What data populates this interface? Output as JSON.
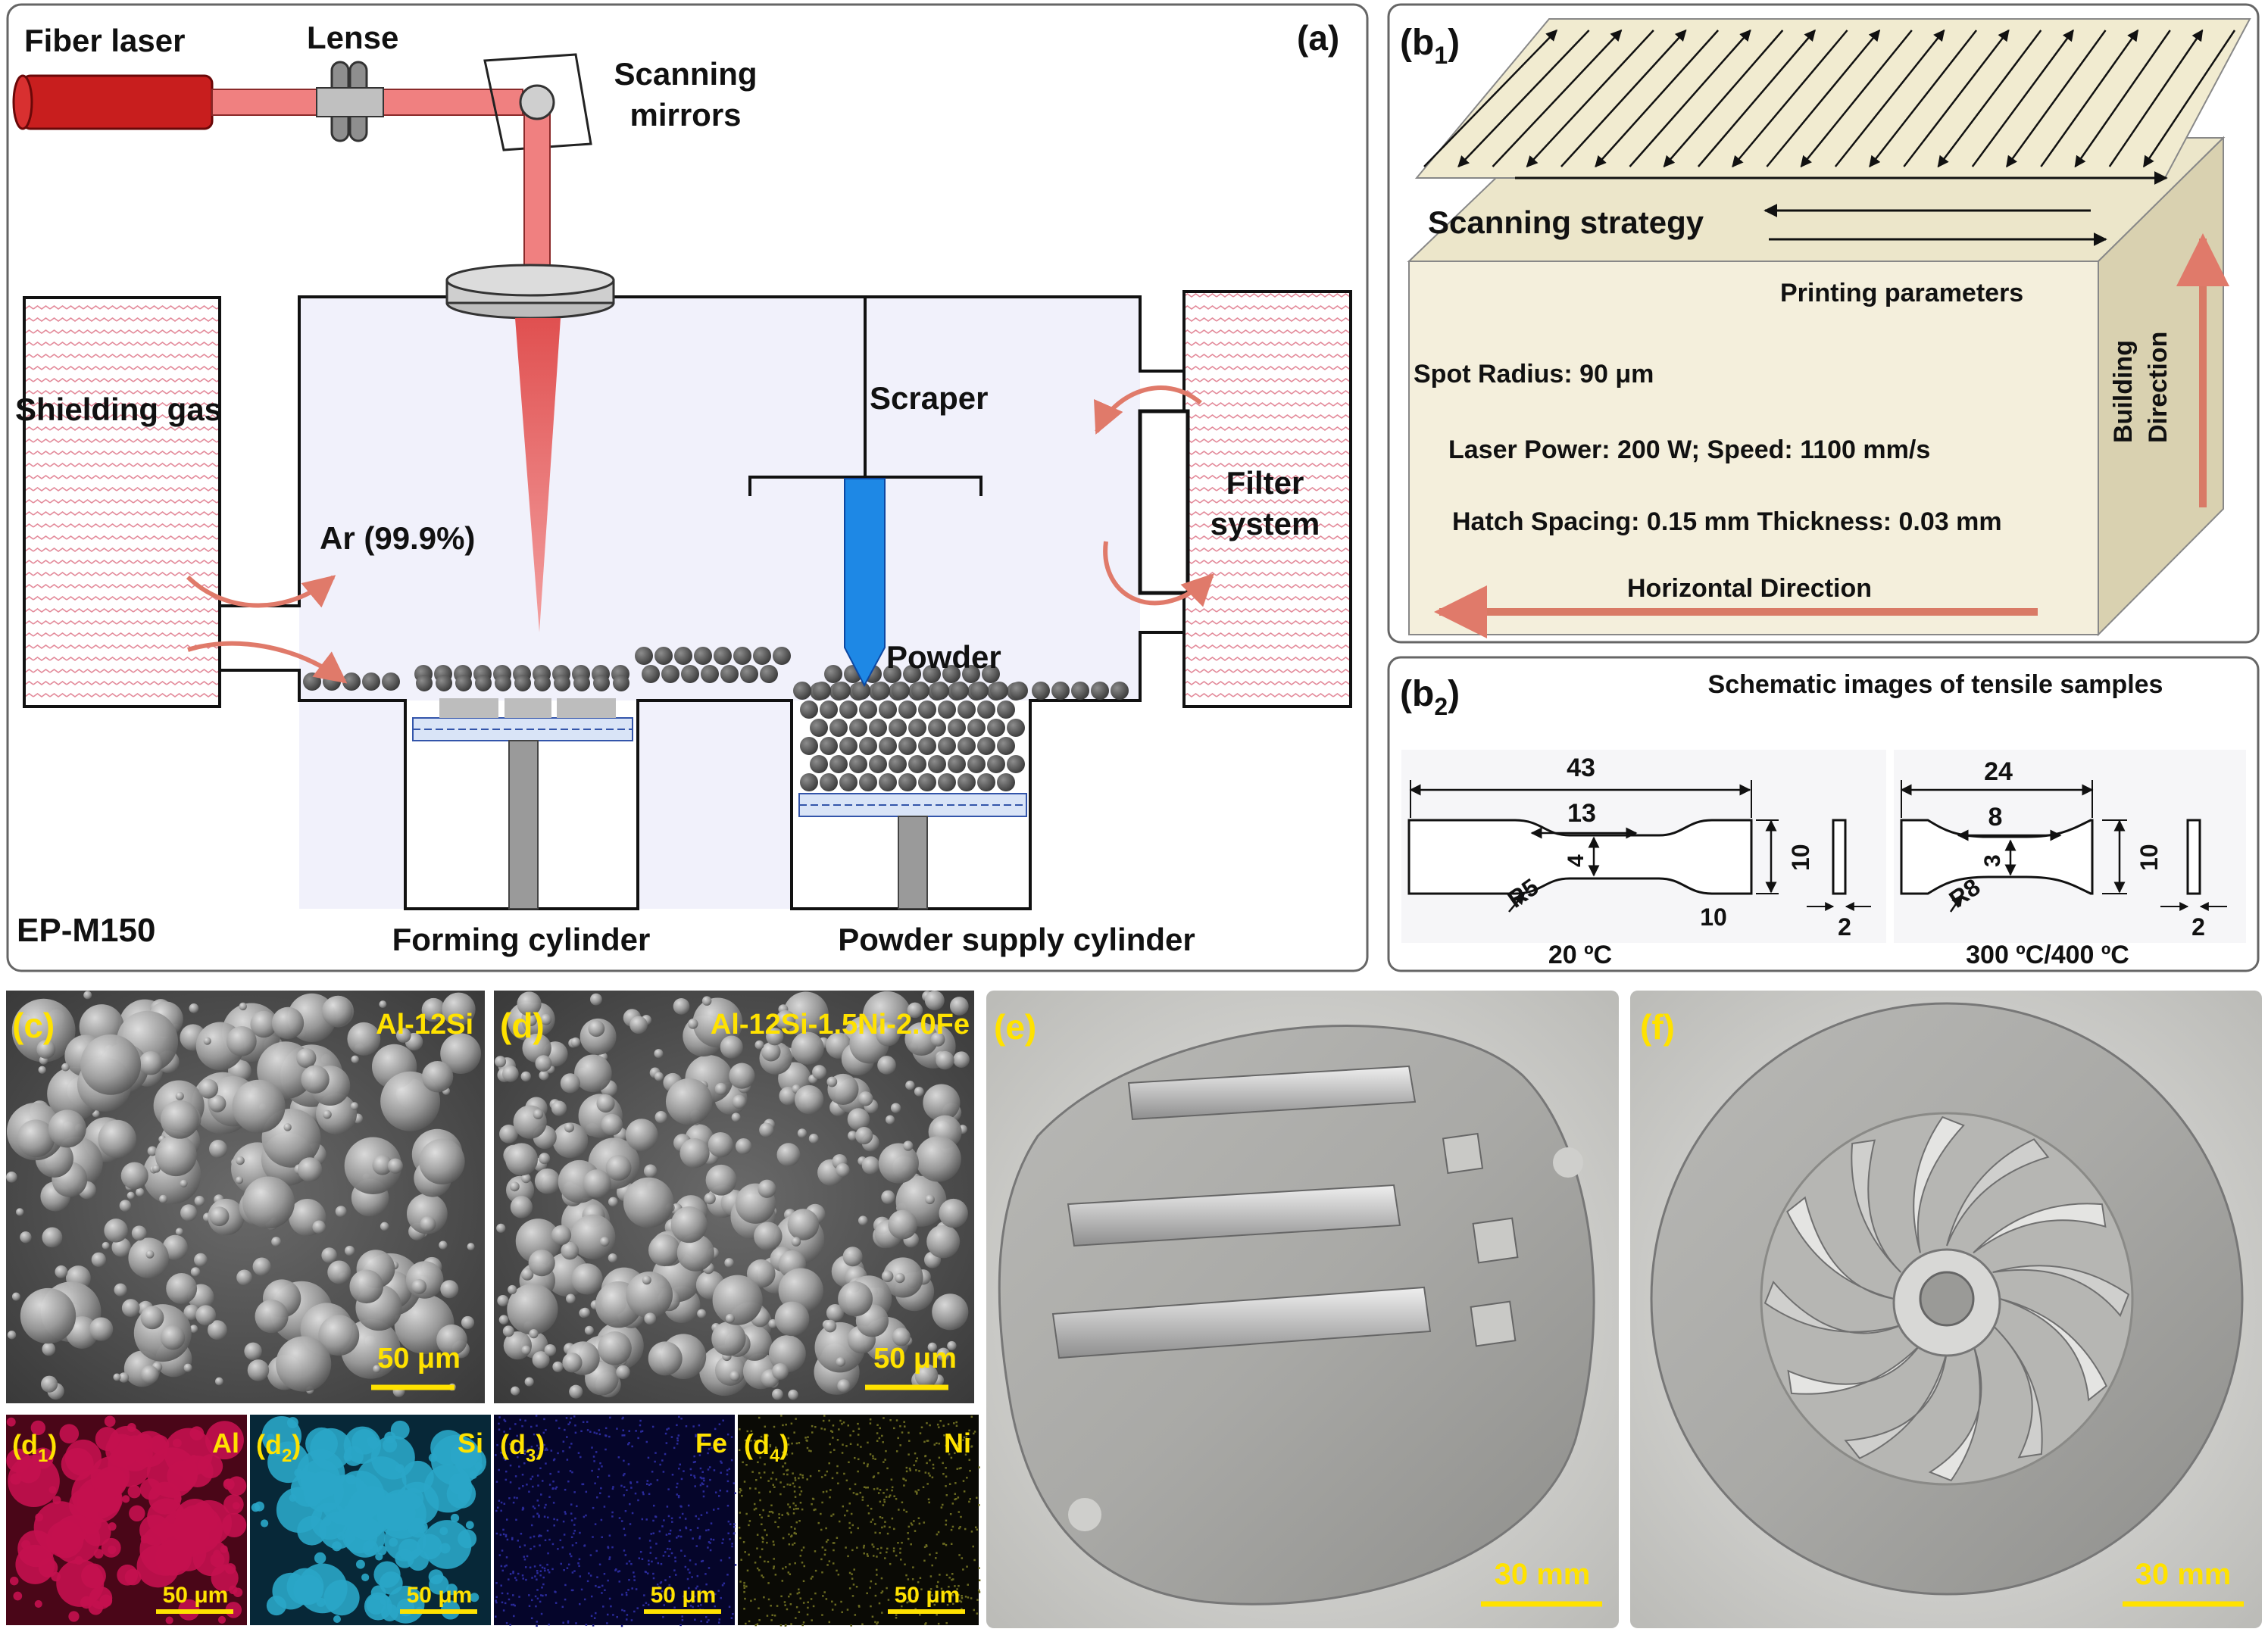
{
  "panel_a": {
    "label": "(a)",
    "fiber_laser": "Fiber laser",
    "lense": "Lense",
    "scanning_mirrors_1": "Scanning",
    "scanning_mirrors_2": "mirrors",
    "shielding_gas": "Shielding gas",
    "argon": "Ar (99.9%)",
    "scraper": "Scraper",
    "powder": "Powder",
    "filter_1": "Filter",
    "filter_2": "system",
    "machine": "EP-M150",
    "forming_cylinder": "Forming cylinder",
    "powder_supply_cylinder": "Powder supply cylinder"
  },
  "panel_b1": {
    "label_main": "(b",
    "label_sub": "1",
    "label_end": ")",
    "scanning_strategy": "Scanning strategy",
    "printing_parameters": "Printing parameters",
    "spot_radius": "Spot Radius: 90 μm",
    "laser_power": "Laser Power: 200 W; Speed: 1100  mm/s",
    "hatch": "Hatch Spacing: 0.15 mm Thickness: 0.03 mm",
    "horizontal": "Horizontal Direction",
    "building_1": "Building",
    "building_2": "Direction"
  },
  "panel_b2": {
    "label_main": "(b",
    "label_sub": "2",
    "label_end": ")",
    "title": "Schematic images of tensile samples",
    "left": {
      "total": "43",
      "gauge": "13",
      "width": "4",
      "radius": "R5",
      "height": "10",
      "grip": "10",
      "thick": "2",
      "temp": "20 ºC"
    },
    "right": {
      "total": "24",
      "gauge": "8",
      "width": "3",
      "radius": "R8",
      "height": "10",
      "thick": "2",
      "temp": "300 ºC/400 ºC"
    }
  },
  "panel_c": {
    "label": "(c)",
    "alloy": "Al-12Si",
    "scale": "50 μm"
  },
  "panel_d": {
    "label": "(d)",
    "alloy": "Al-12Si-1.5Ni-2.0Fe",
    "scale": "50 μm"
  },
  "eds": [
    {
      "label_main": "(d",
      "label_sub": "1",
      "label_end": ")",
      "element": "Al",
      "scale": "50 μm",
      "color": "#c4114f",
      "bg": "#4a0618"
    },
    {
      "label_main": "(d",
      "label_sub": "2",
      "label_end": ")",
      "element": "Si",
      "scale": "50 μm",
      "color": "#2aa6c8",
      "bg": "#072838"
    },
    {
      "label_main": "(d",
      "label_sub": "3",
      "label_end": ")",
      "element": "Fe",
      "scale": "50 μm",
      "color": "#2a2a9a",
      "bg": "#05052a"
    },
    {
      "label_main": "(d",
      "label_sub": "4",
      "label_end": ")",
      "element": "Ni",
      "scale": "50 μm",
      "color": "#6a6a20",
      "bg": "#0a0a05"
    }
  ],
  "panel_e": {
    "label": "(e)",
    "scale": "30 mm"
  },
  "panel_f": {
    "label": "(f)",
    "scale": "30 mm"
  },
  "colors": {
    "laser_red": "#e06060",
    "cylinder_red": "#c81e1e",
    "scraper_blue": "#1e88e5",
    "arrow_salmon": "#e07a6a",
    "label_yellow": "#ffe200",
    "box_fill": "#f3edd6"
  }
}
